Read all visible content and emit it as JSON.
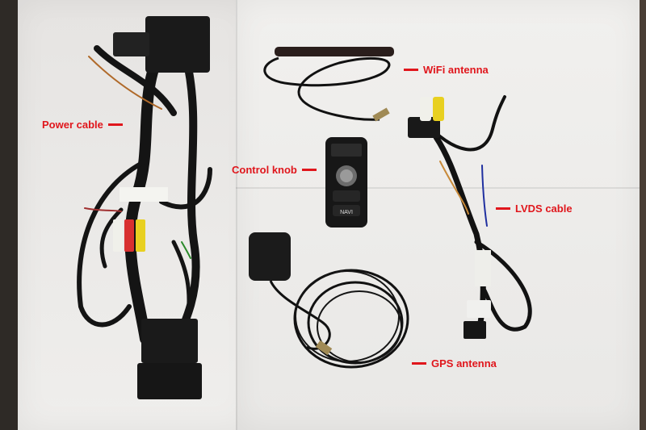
{
  "labels": {
    "power_cable": "Power cable",
    "wifi_antenna": "WiFi antenna",
    "control_knob": "Control knob",
    "lvds_cable": "LVDS cable",
    "gps_antenna": "GPS antenna"
  },
  "knob": {
    "navi_button": "NAVI"
  },
  "colors": {
    "label": "#e0161c",
    "foam": "#ecebea",
    "cable": "#141414"
  }
}
